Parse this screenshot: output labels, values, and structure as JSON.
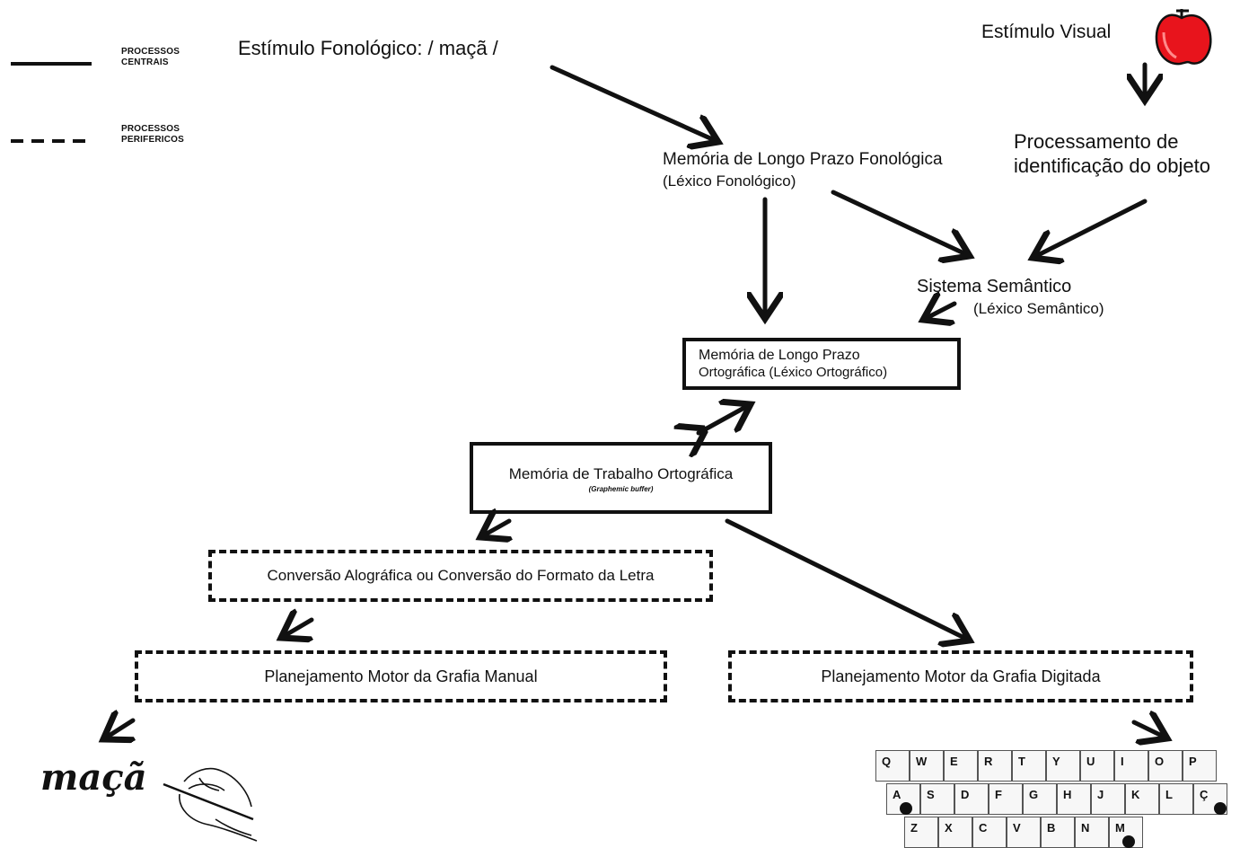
{
  "legend": {
    "central_label": "PROCESSOS\nCENTRAIS",
    "peripheral_label": "PROCESSOS\nPERIFERICOS"
  },
  "nodes": {
    "phonological_stimulus": "Estímulo Fonológico: / maçã /",
    "visual_stimulus": "Estímulo Visual",
    "object_identification_1": "Processamento de",
    "object_identification_2": "identificação do objeto",
    "phonological_ltm_1": "Memória de Longo Prazo Fonológica",
    "phonological_ltm_2": "(Léxico Fonológico)",
    "semantic_system_1": "Sistema Semântico",
    "semantic_system_2": "(Léxico Semântico)",
    "orthographic_ltm_1": "Memória de Longo Prazo",
    "orthographic_ltm_2": "Ortográfica (Léxico Ortográfico)",
    "working_memory_1": "Memória de Trabalho Ortográfica",
    "working_memory_2": "(Graphemic buffer)",
    "allographic_conversion": "Conversão Alográfica ou Conversão do Formato da Letra",
    "manual_motor": "Planejamento Motor da Grafia Manual",
    "typed_motor": "Planejamento Motor da Grafia Digitada",
    "handwritten_word": "maçã"
  },
  "keyboard": {
    "row1": [
      "Q",
      "W",
      "E",
      "R",
      "T",
      "Y",
      "U",
      "I",
      "O",
      "P"
    ],
    "row2": [
      "A",
      "S",
      "D",
      "F",
      "G",
      "H",
      "J",
      "K",
      "L",
      "Ç"
    ],
    "row3": [
      "Z",
      "X",
      "C",
      "V",
      "B",
      "N",
      "M"
    ]
  },
  "colors": {
    "line": "#111111",
    "apple": "#e8141c",
    "apple_shadow": "#a50a10"
  },
  "icons": [
    "apple-icon",
    "writing-hand-icon",
    "keyboard-icon"
  ]
}
